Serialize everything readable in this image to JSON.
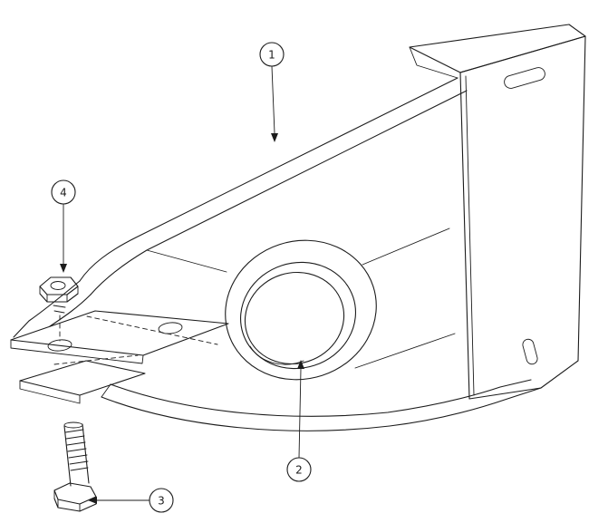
{
  "diagram": {
    "background_color": "#ffffff",
    "line_color": "#1c1c1c",
    "callouts": [
      {
        "label": "1"
      },
      {
        "label": "2"
      },
      {
        "label": "3"
      },
      {
        "label": "4"
      }
    ]
  }
}
